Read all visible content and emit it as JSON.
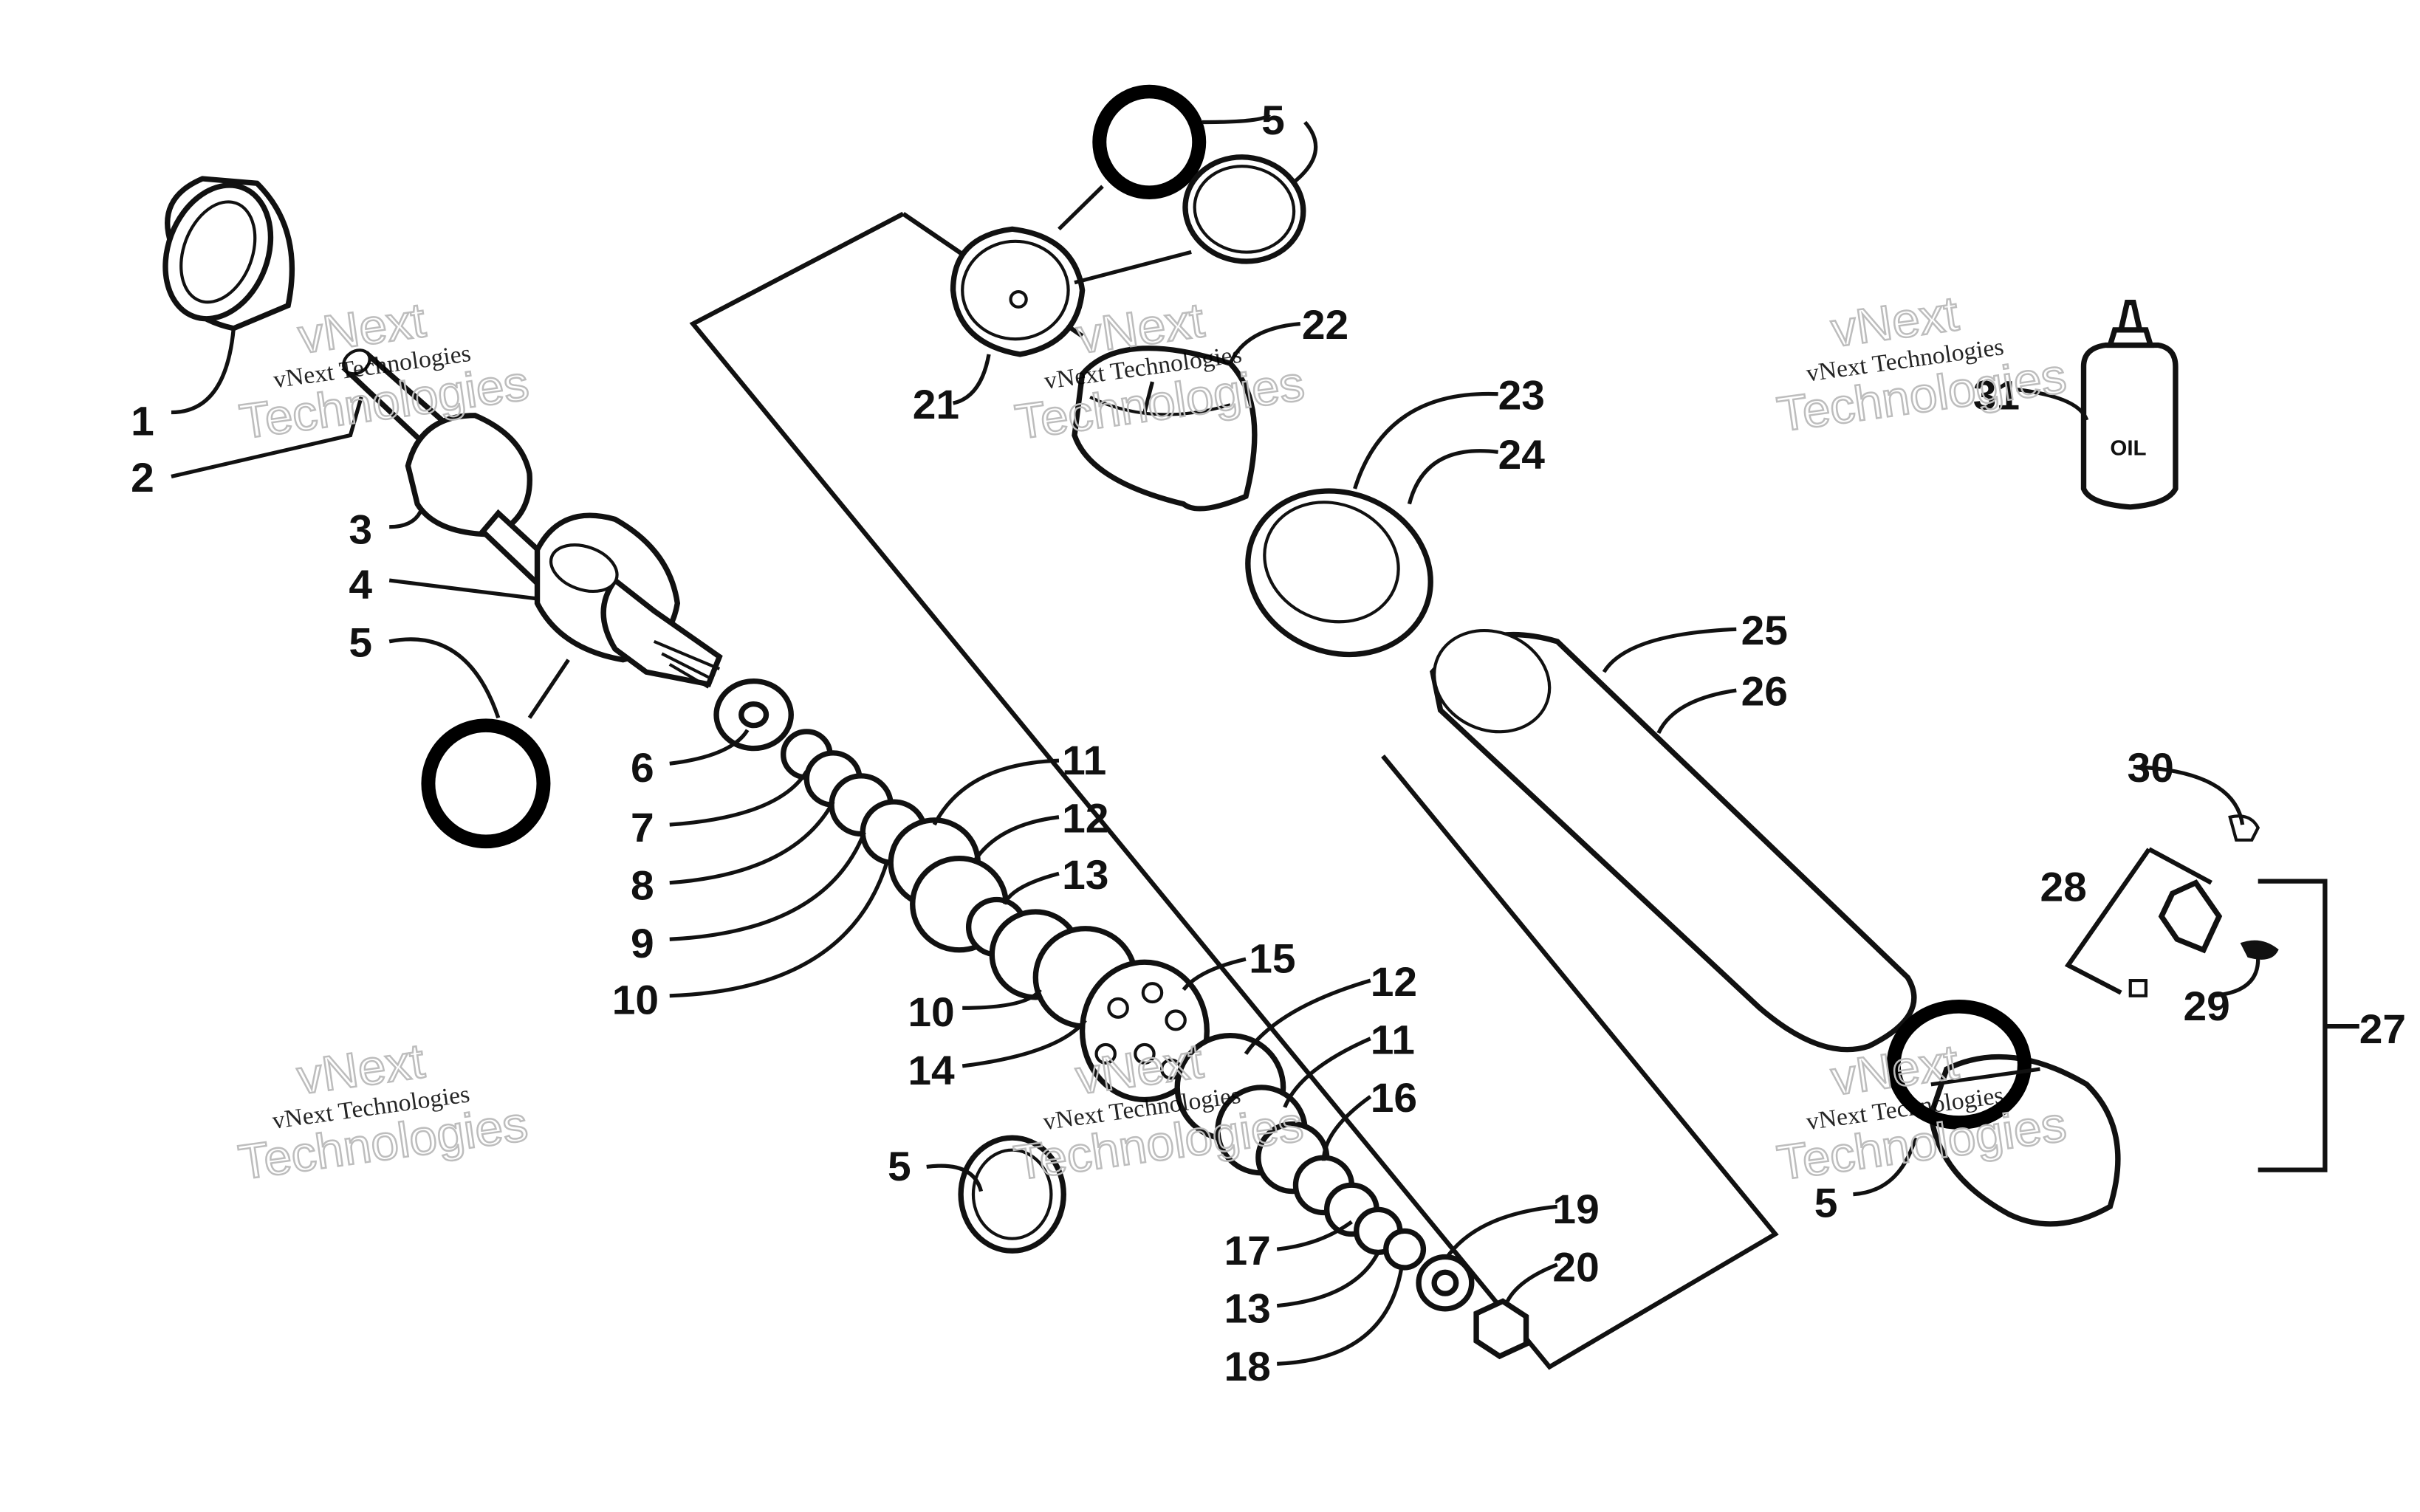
{
  "diagram": {
    "callouts": [
      {
        "id": "c1",
        "label": "1"
      },
      {
        "id": "c2",
        "label": "2"
      },
      {
        "id": "c3",
        "label": "3"
      },
      {
        "id": "c4",
        "label": "4"
      },
      {
        "id": "c5a",
        "label": "5"
      },
      {
        "id": "c5b",
        "label": "5"
      },
      {
        "id": "c5c",
        "label": "5"
      },
      {
        "id": "c5d",
        "label": "5"
      },
      {
        "id": "c6",
        "label": "6"
      },
      {
        "id": "c7",
        "label": "7"
      },
      {
        "id": "c8",
        "label": "8"
      },
      {
        "id": "c9",
        "label": "9"
      },
      {
        "id": "c10a",
        "label": "10"
      },
      {
        "id": "c10b",
        "label": "10"
      },
      {
        "id": "c11a",
        "label": "11"
      },
      {
        "id": "c11b",
        "label": "11"
      },
      {
        "id": "c12a",
        "label": "12"
      },
      {
        "id": "c12b",
        "label": "12"
      },
      {
        "id": "c13a",
        "label": "13"
      },
      {
        "id": "c13b",
        "label": "13"
      },
      {
        "id": "c14",
        "label": "14"
      },
      {
        "id": "c15",
        "label": "15"
      },
      {
        "id": "c16",
        "label": "16"
      },
      {
        "id": "c17",
        "label": "17"
      },
      {
        "id": "c18",
        "label": "18"
      },
      {
        "id": "c19",
        "label": "19"
      },
      {
        "id": "c20",
        "label": "20"
      },
      {
        "id": "c21",
        "label": "21"
      },
      {
        "id": "c22",
        "label": "22"
      },
      {
        "id": "c23",
        "label": "23"
      },
      {
        "id": "c24",
        "label": "24"
      },
      {
        "id": "c25",
        "label": "25"
      },
      {
        "id": "c26",
        "label": "26"
      },
      {
        "id": "c27",
        "label": "27"
      },
      {
        "id": "c28",
        "label": "28"
      },
      {
        "id": "c29",
        "label": "29"
      },
      {
        "id": "c30",
        "label": "30"
      },
      {
        "id": "c31",
        "label": "31"
      }
    ],
    "oil_bottle_label": "OIL",
    "watermark": {
      "line1": "vNext",
      "line2": "vNext Technologies",
      "line3": "Technologies"
    }
  }
}
